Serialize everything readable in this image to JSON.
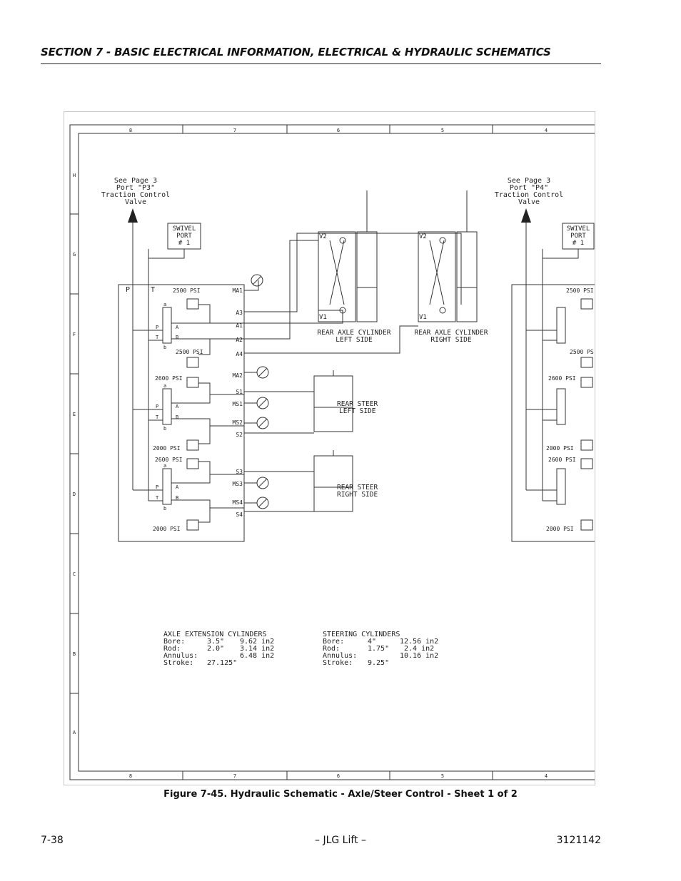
{
  "header": {
    "title": "SECTION 7 - BASIC ELECTRICAL INFORMATION, ELECTRICAL & HYDRAULIC SCHEMATICS"
  },
  "schematic": {
    "zones_top": [
      "8",
      "7",
      "6",
      "5",
      "4"
    ],
    "zones_side": [
      "H",
      "G",
      "F",
      "E",
      "D",
      "C",
      "B",
      "A"
    ],
    "left_note": [
      "See Page 3",
      "Port \"P3\"",
      "Traction Control",
      "Valve"
    ],
    "right_note": [
      "See Page 3",
      "Port \"P4\"",
      "Traction Control",
      "Valve"
    ],
    "swivel_left": [
      "SWIVEL",
      "PORT",
      "# 1"
    ],
    "swivel_right": [
      "SWIVEL",
      "PORT",
      "# 1"
    ],
    "manifold_labels": {
      "p": "P",
      "t": "T"
    },
    "port_labels": [
      "MA1",
      "A3",
      "A1",
      "A2",
      "A4",
      "MA2",
      "S1",
      "MS1",
      "MS2",
      "S2",
      "S3",
      "MS3",
      "MS4",
      "S4"
    ],
    "pressure_labels": [
      "2500 PSI",
      "2500 PSI",
      "2600 PSI",
      "2000 PSI",
      "2600 PSI",
      "2000 PSI"
    ],
    "right_pressure_labels": [
      "2500 PSI",
      "2500 PS",
      "2600 PSI",
      "2000 PSI",
      "2600 PSI",
      "2000 PSI"
    ],
    "valve_letters": {
      "a": "a",
      "b": "b",
      "p": "P",
      "t": "T",
      "A": "A",
      "B": "B"
    },
    "cylinder_left": [
      "REAR AXLE CYLINDER",
      "LEFT SIDE"
    ],
    "cylinder_right": [
      "REAR AXLE CYLINDER",
      "RIGHT SIDE"
    ],
    "cbv_labels": {
      "v1": "V1",
      "v2": "V2"
    },
    "steer_left": [
      "REAR STEER",
      "LEFT SIDE"
    ],
    "steer_right": [
      "REAR STEER",
      "RIGHT SIDE"
    ],
    "axle_spec": {
      "title": "AXLE EXTENSION CYLINDERS",
      "rows": [
        [
          "Bore:",
          "3.5\"",
          "9.62 in2"
        ],
        [
          "Rod:",
          "2.0\"",
          "3.14 in2"
        ],
        [
          "Annulus:",
          "",
          "6.48 in2"
        ],
        [
          "Stroke:",
          "27.125\"",
          ""
        ]
      ]
    },
    "steer_spec": {
      "title": "STEERING CYLINDERS",
      "rows": [
        [
          "Bore:",
          "4\"",
          "12.56 in2"
        ],
        [
          "Rod:",
          "1.75\"",
          "2.4 in2"
        ],
        [
          "Annulus:",
          "",
          "10.16 in2"
        ],
        [
          "Stroke:",
          "9.25\"",
          ""
        ]
      ]
    }
  },
  "caption": "Figure 7-45.  Hydraulic Schematic - Axle/Steer Control - Sheet 1 of 2",
  "footer": {
    "left": "7-38",
    "center": "– JLG Lift –",
    "right": "3121142"
  }
}
